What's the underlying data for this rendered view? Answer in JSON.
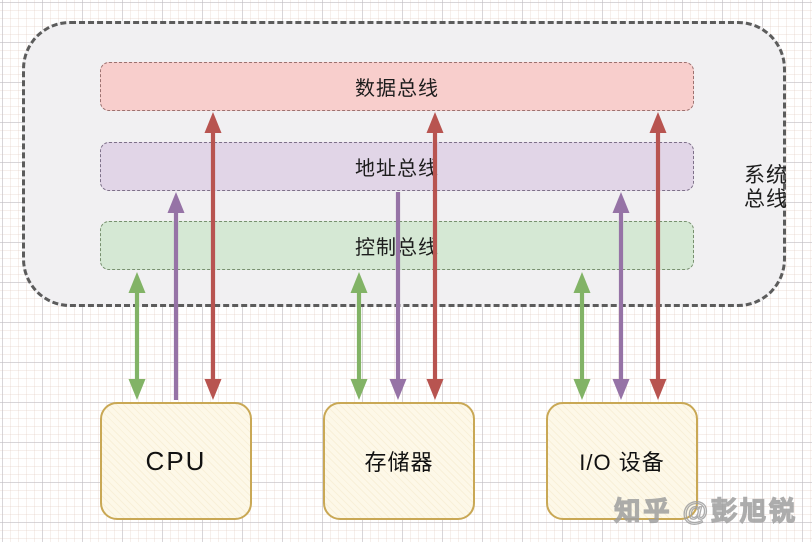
{
  "diagram_title": "system-bus-architecture",
  "container": {
    "label_line1": "系统",
    "label_line2": "总线",
    "fill": "#f1f0f2",
    "border_color": "#5c5c5c"
  },
  "buses": [
    {
      "id": "data",
      "label": "数据总线",
      "fill": "#f8cecc",
      "stroke": "#9c7270"
    },
    {
      "id": "address",
      "label": "地址总线",
      "fill": "#e1d5e7",
      "stroke": "#7e7189"
    },
    {
      "id": "control",
      "label": "控制总线",
      "fill": "#d5e8d4",
      "stroke": "#78906f"
    }
  ],
  "components": [
    {
      "id": "cpu",
      "label": "CPU"
    },
    {
      "id": "memory",
      "label": "存储器"
    },
    {
      "id": "io",
      "label": "I/O 设备"
    }
  ],
  "component_style": {
    "fill": "#fdf8e8",
    "border": "#c9a855"
  },
  "arrow_colors": {
    "data": "#b85450",
    "address": "#9673a6",
    "control": "#82b366"
  },
  "arrows": [
    {
      "component": "cpu",
      "bus": "control",
      "heads": "both"
    },
    {
      "component": "cpu",
      "bus": "address",
      "heads": "up"
    },
    {
      "component": "cpu",
      "bus": "data",
      "heads": "both"
    },
    {
      "component": "memory",
      "bus": "control",
      "heads": "both"
    },
    {
      "component": "memory",
      "bus": "address",
      "heads": "down"
    },
    {
      "component": "memory",
      "bus": "data",
      "heads": "both"
    },
    {
      "component": "io",
      "bus": "control",
      "heads": "both"
    },
    {
      "component": "io",
      "bus": "address",
      "heads": "both"
    },
    {
      "component": "io",
      "bus": "data",
      "heads": "both"
    }
  ],
  "watermark": {
    "text": "知乎 @彭旭锐"
  }
}
